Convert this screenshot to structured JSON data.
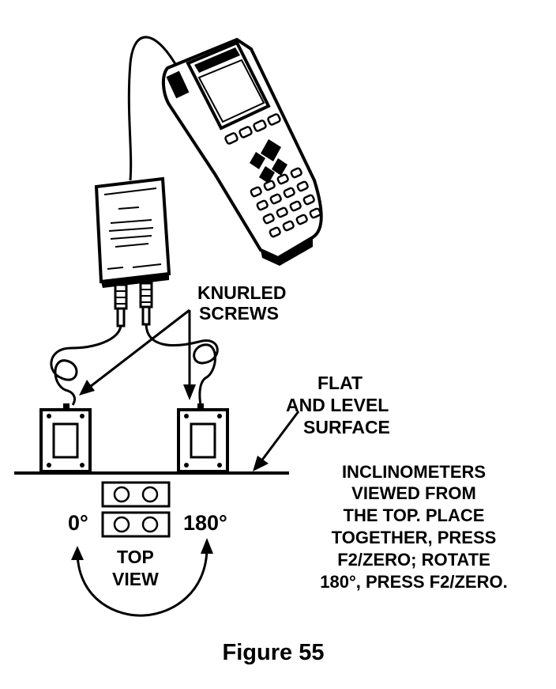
{
  "labels": {
    "knurled_screws": [
      "KNURLED",
      "SCREWS"
    ],
    "flat_surface": [
      "FLAT",
      "AND LEVEL",
      "SURFACE"
    ],
    "angle_0": "0°",
    "angle_180": "180°",
    "top_view": [
      "TOP",
      "VIEW"
    ],
    "instructions": [
      "INCLINOMETERS",
      "VIEWED FROM",
      "THE TOP.  PLACE",
      "TOGETHER, PRESS",
      "F2/ZERO; ROTATE",
      "180°, PRESS F2/ZERO."
    ]
  },
  "figure_caption": "Figure 55"
}
